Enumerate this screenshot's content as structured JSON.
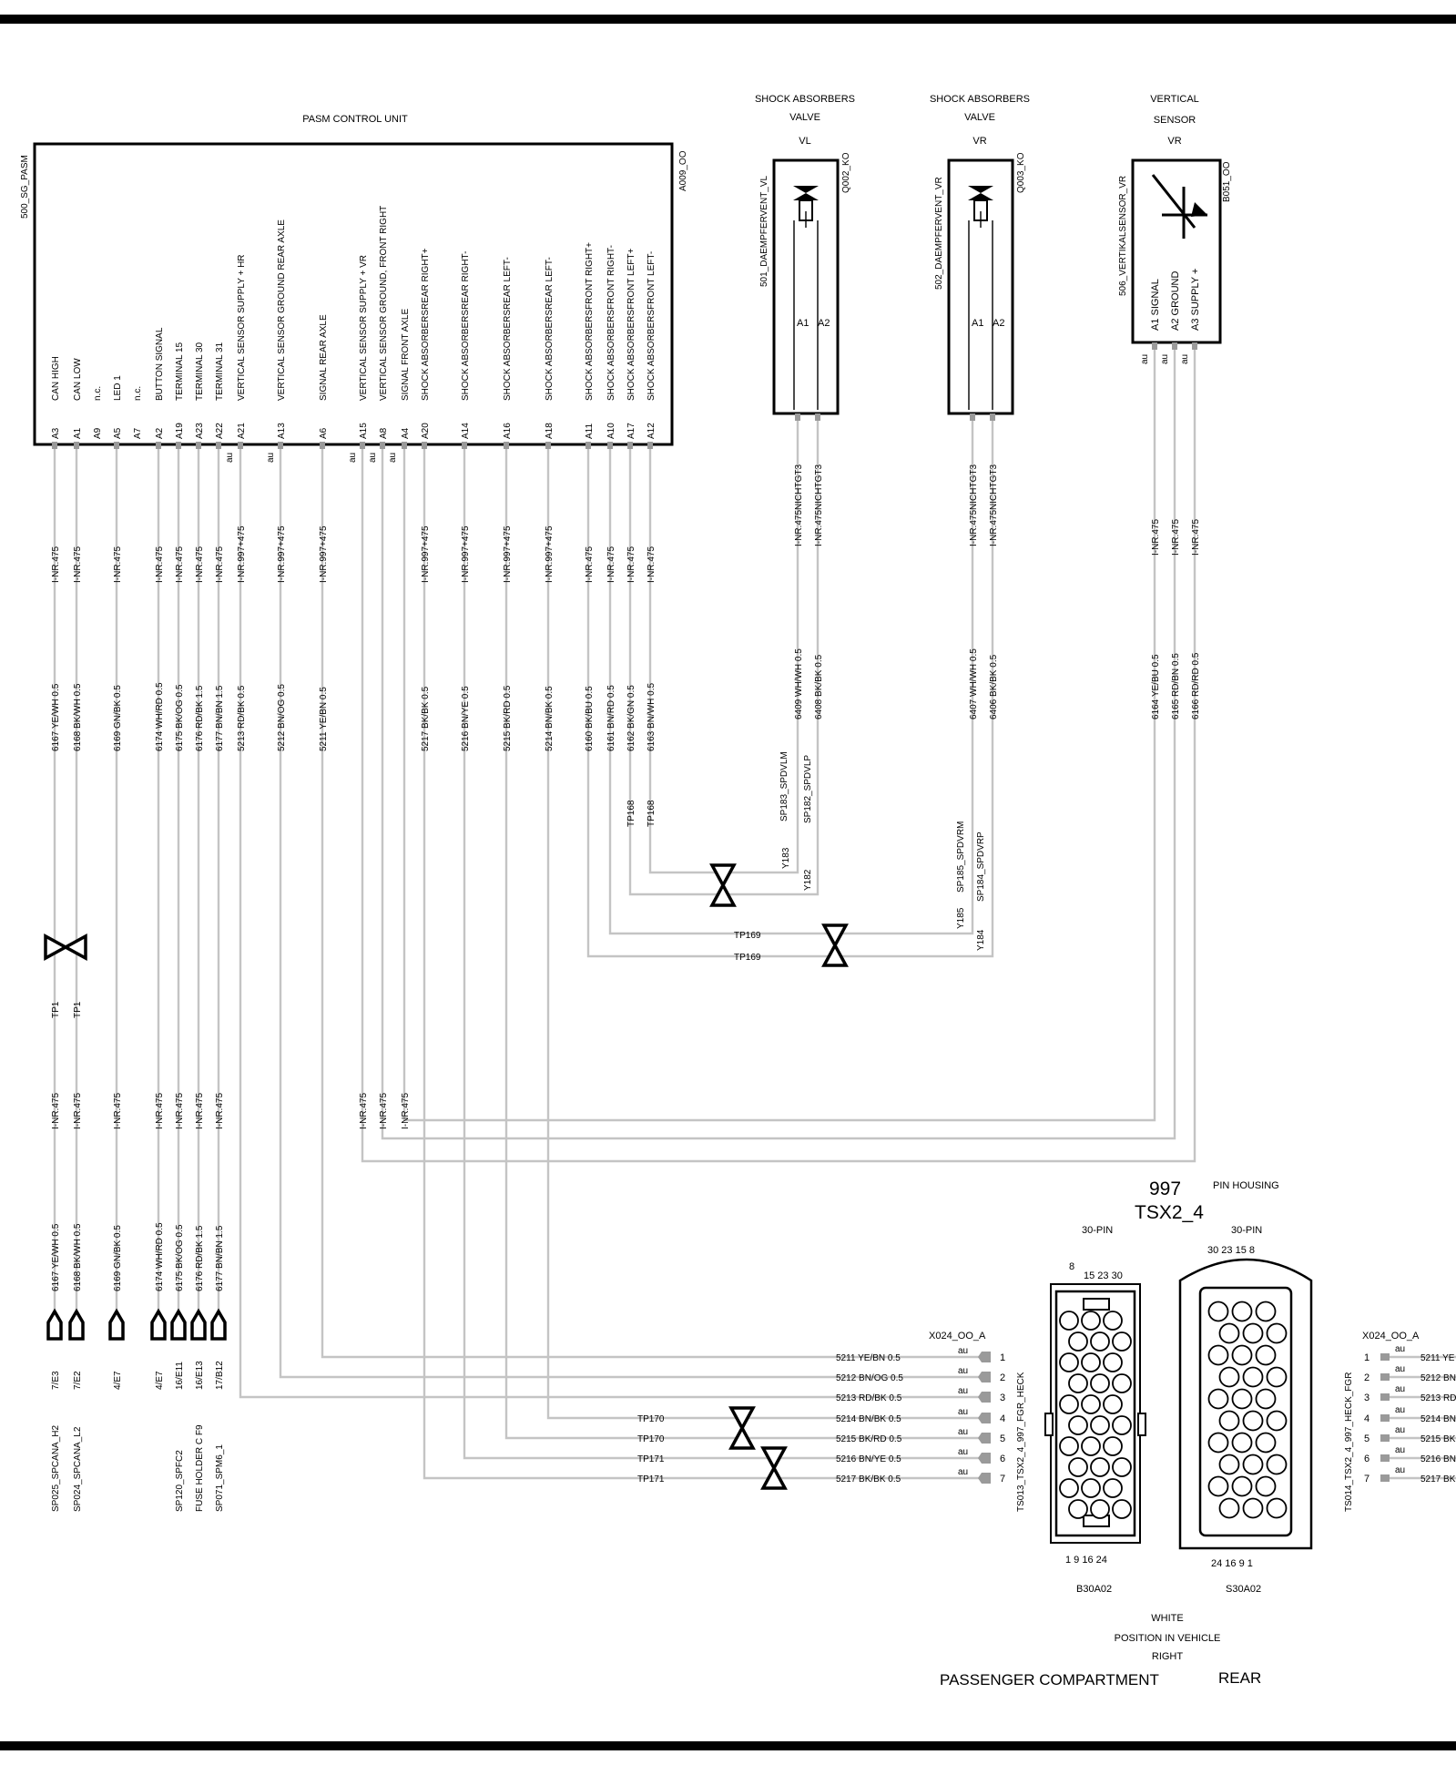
{
  "control_unit": {
    "title": "PASM CONTROL UNIT",
    "side_label": "500_SG_PASM",
    "ref": "A009_OO",
    "pins": [
      {
        "pin": "A3",
        "label": "CAN HIGH",
        "top": "",
        "sig": "I-NR.475",
        "wire": "6167 YE/WH 0.5"
      },
      {
        "pin": "A1",
        "label": "CAN LOW",
        "top": "",
        "sig": "I-NR.475",
        "wire": "6168 BK/WH 0.5"
      },
      {
        "pin": "A9",
        "label": "n.c.",
        "top": "",
        "sig": "",
        "wire": ""
      },
      {
        "pin": "A5",
        "label": "LED 1",
        "top": "",
        "sig": "I-NR.475",
        "wire": "6169 GN/BK 0.5"
      },
      {
        "pin": "A7",
        "label": "n.c.",
        "top": "",
        "sig": "",
        "wire": ""
      },
      {
        "pin": "A2",
        "label": "BUTTON SIGNAL",
        "top": "",
        "sig": "I-NR.475",
        "wire": "6174 WH/RD 0.5"
      },
      {
        "pin": "A19",
        "label": "TERMINAL 15",
        "top": "",
        "sig": "I-NR.475",
        "wire": "6175 BK/OG 0.5"
      },
      {
        "pin": "A23",
        "label": "TERMINAL 30",
        "top": "",
        "sig": "I-NR.475",
        "wire": "6176 RD/BK 1.5"
      },
      {
        "pin": "A22",
        "label": "TERMINAL 31",
        "top": "",
        "sig": "I-NR.475",
        "wire": "6177 BN/BN 1.5"
      },
      {
        "pin": "A21",
        "label": "VERTICAL SENSOR SUPPLY + HR",
        "top": "",
        "sig": "I-NR.997+475",
        "wire": "5213 RD/BK 0.5"
      },
      {
        "pin": "A13",
        "label": "VERTICAL SENSOR GROUND REAR AXLE",
        "top": "",
        "sig": "I-NR.997+475",
        "wire": "5212 BN/OG 0.5"
      },
      {
        "pin": "A6",
        "label": "SIGNAL REAR AXLE",
        "top": "",
        "sig": "I-NR.997+475",
        "wire": "5211 YE/BN 0.5"
      },
      {
        "pin": "A15",
        "label": "VERTICAL SENSOR SUPPLY + VR",
        "top": "",
        "sig": "I-NR.475",
        "wire": "6166 RD/RD 0.5"
      },
      {
        "pin": "A8",
        "label": "VERTICAL SENSOR GROUND, FRONT RIGHT",
        "top": "",
        "sig": "I-NR.475",
        "wire": "6165 RD/BN 0.5"
      },
      {
        "pin": "A4",
        "label": "SIGNAL FRONT AXLE",
        "top": "",
        "sig": "I-NR.475",
        "wire": "6164 YE/BU 0.5"
      },
      {
        "pin": "A20",
        "label": "SHOCK ABSORBERS",
        "top": "REAR RIGHT+",
        "sig": "I-NR.997+475",
        "wire": "5217 BK/BK 0.5"
      },
      {
        "pin": "A14",
        "label": "SHOCK ABSORBERS",
        "top": "REAR RIGHT-",
        "sig": "I-NR.997+475",
        "wire": "5216 BN/YE 0.5"
      },
      {
        "pin": "A16",
        "label": "SHOCK ABSORBERS",
        "top": "REAR LEFT-",
        "sig": "I-NR.997+475",
        "wire": "5215 BK/RD 0.5"
      },
      {
        "pin": "A18",
        "label": "SHOCK ABSORBERS",
        "top": "REAR LEFT-",
        "sig": "I-NR.997+475",
        "wire": "5214 BN/BK 0.5"
      },
      {
        "pin": "A11",
        "label": "SHOCK ABSORBERS",
        "top": "FRONT RIGHT+",
        "sig": "I-NR.475",
        "wire": "6160 BK/BU 0.5"
      },
      {
        "pin": "A10",
        "label": "SHOCK ABSORBERS",
        "top": "FRONT RIGHT-",
        "sig": "I-NR.475",
        "wire": "6161 BN/RD 0.5"
      },
      {
        "pin": "A17",
        "label": "SHOCK ABSORBERS",
        "top": "FRONT LEFT+",
        "sig": "I-NR.475",
        "wire": "6162 BK/GN 0.5"
      },
      {
        "pin": "A12",
        "label": "SHOCK ABSORBERS",
        "top": "FRONT LEFT-",
        "sig": "I-NR.475",
        "wire": "6163 BN/WH 0.5"
      }
    ],
    "au": "au"
  },
  "valve_vl": {
    "title": [
      "SHOCK ABSORBERS",
      "VALVE",
      "VL"
    ],
    "side_label": "501_DAEMPFERVENT_VL",
    "ref": "Q002_KO",
    "pins": [
      "A1",
      "A2"
    ],
    "sig": "I-NR.475NICHTGT3",
    "wires": [
      "6409 WH/WH 0.5",
      "6408 BK/BK 0.5"
    ],
    "sp_a": "SP183_SPDVLM",
    "sp_b": "SP182_SPDVLP",
    "y_a": "Y183",
    "y_b": "Y182"
  },
  "valve_vr": {
    "title": [
      "SHOCK ABSORBERS",
      "VALVE",
      "VR"
    ],
    "side_label": "502_DAEMPFERVENT_VR",
    "ref": "Q003_KO",
    "pins": [
      "A1",
      "A2"
    ],
    "sig": "I-NR.475NICHTGT3",
    "wires": [
      "6407 WH/WH 0.5",
      "6406 BK/BK 0.5"
    ],
    "sp_a": "SP185_SPDVRM",
    "sp_b": "SP184_SPDVRP",
    "y_a": "Y185",
    "y_b": "Y184"
  },
  "vertical_sensor": {
    "title": [
      "VERTICAL",
      "SENSOR",
      "VR"
    ],
    "side_label": "506_VERTIKALSENSOR_VR",
    "ref": "B051_OO",
    "pins": [
      "A1 SIGNAL",
      "A2 GROUND",
      "A3 SUPPLY +"
    ],
    "sig": "I-NR.475",
    "wires": [
      "6164 YE/BU 0.5",
      "6165 RD/BN 0.5",
      "6166 RD/RD 0.5"
    ]
  },
  "test_points": {
    "tp1": "TP1",
    "tp168": "TP168",
    "tp169": "TP169",
    "tp170": "TP170",
    "tp171": "TP171"
  },
  "lower_left": {
    "codes": [
      "7/E3",
      "7/E2",
      "4/E7",
      "4/E7",
      "16/E11",
      "16/E13",
      "17/B12"
    ],
    "sp_labels": [
      "SP025_SPCANA_H2",
      "SP024_SPCANA_L2",
      "SP120_SPFC2",
      "FUSE HOLDER C F9",
      "SP071_SPM6_1"
    ]
  },
  "connector": {
    "name": "X024_OO_A",
    "side_label_left": "TS013_TSX2_4_997_FGR_HECK",
    "side_label_right": "TS014_TSX2_4_997_HECK_FGR",
    "wires": [
      "5211 YE/BN 0.5",
      "5212 BN/OG 0.5",
      "5213 RD/BK 0.5",
      "5214 BN/BK 0.5",
      "5215 BK/RD 0.5",
      "5216 BN/YE 0.5",
      "5217 BK/BK 0.5"
    ],
    "wires_right": [
      "5211 YE",
      "5212 BN",
      "5213 RD",
      "5214 BN",
      "5215 BK",
      "5216 BN",
      "5217 BK"
    ],
    "pins": [
      "1",
      "2",
      "3",
      "4",
      "5",
      "6",
      "7"
    ]
  },
  "housing": {
    "model": "997",
    "code": "TSX2_4",
    "type": "PIN HOUSING",
    "left_pins": "30-PIN",
    "right_pins": "30-PIN",
    "left_top_a": "8",
    "left_top_b": "15   23   30",
    "right_top": "30   23   15   8",
    "left_bottom": "1    9    16   24",
    "right_bottom": "24   16   9    1",
    "left_name": "B30A02",
    "right_name": "S30A02",
    "color": "WHITE",
    "position_label": "POSITION IN VEHICLE",
    "side": "RIGHT",
    "left_area": "PASSENGER COMPARTMENT",
    "right_area": "REAR"
  }
}
